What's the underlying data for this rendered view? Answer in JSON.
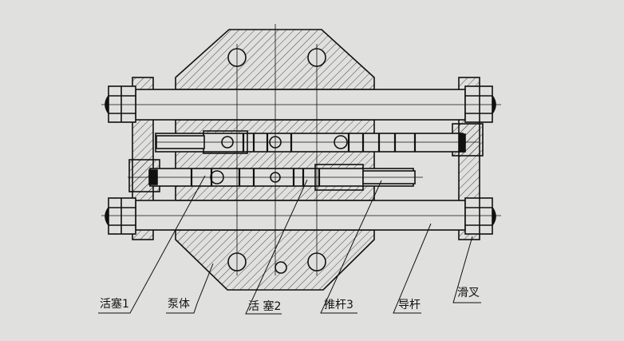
{
  "labels": {
    "piston1": "活塞1",
    "pump_body": "泵体",
    "piston2": "活 塞2",
    "push_rod3": "推杆3",
    "guide_rod": "导杆",
    "slide_fork": "滑叉"
  },
  "colors": {
    "background": "#e0e0de",
    "line": "#111111"
  }
}
